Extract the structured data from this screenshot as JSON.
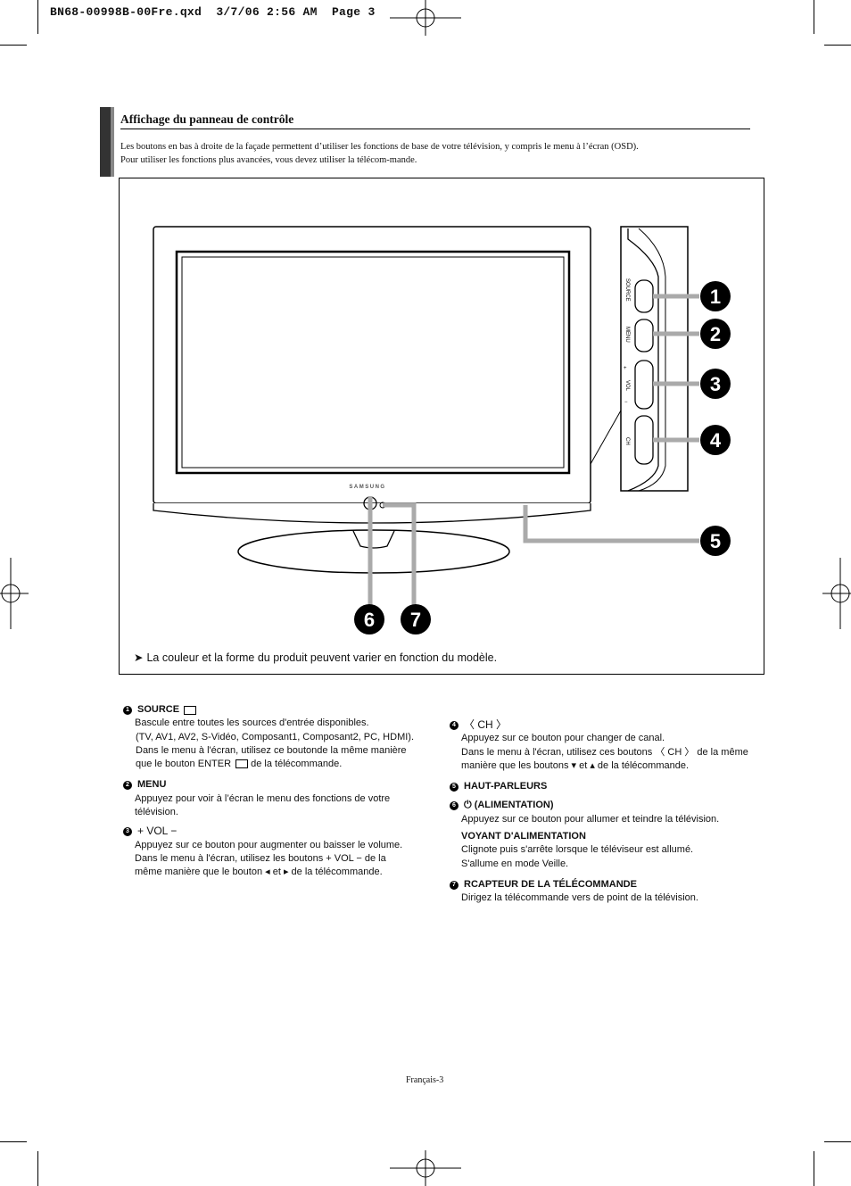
{
  "print_header": "BN68-00998B-00Fre.qxd  3/7/06 2:56 AM  Page 3",
  "section": {
    "title": "Affichage du panneau de contrôle",
    "intro_line1": "Les boutons en bas à droite de la façade permettent d’utiliser les fonctions de base de votre télévision, y compris le menu à l’écran (OSD).",
    "intro_line2": "Pour utiliser les fonctions plus avancées, vous devez utiliser la télécom-mande."
  },
  "figure": {
    "brand": "SAMSUNG",
    "panel_labels": [
      "SOURCE",
      "MENU",
      "+",
      "VOL",
      "−",
      "CH"
    ],
    "callouts": [
      "1",
      "2",
      "3",
      "4",
      "5",
      "6",
      "7"
    ],
    "note": "La couleur et la forme du produit peuvent varier en fonction du modèle."
  },
  "left_items": [
    {
      "num": "1",
      "title": "SOURCE",
      "lines": [
        "Bascule entre toutes les sources d'entrée disponibles.",
        "(TV, AV1, AV2, S-Vidéo, Composant1, Composant2, PC, HDMI).",
        "Dans le menu à l'écran, utilisez ce boutonde la même manière",
        "que le bouton ENTER",
        "de la télécommande."
      ]
    },
    {
      "num": "2",
      "title": "MENU",
      "lines": [
        "Appuyez pour voir à l’écran le menu des fonctions de votre",
        "télévision."
      ]
    },
    {
      "num": "3",
      "title": "+ VOL −",
      "lines": [
        "Appuyez sur ce bouton pour augmenter ou baisser le volume.",
        "Dans le menu à l'écran, utilisez les boutons + VOL − de la",
        "même manière que le bouton ◂ et ▸ de la télécommande."
      ]
    }
  ],
  "right_items": [
    {
      "num": "4",
      "title": "〈 CH 〉",
      "lines": [
        "Appuyez sur ce bouton pour changer de canal.",
        "Dans le menu à l'écran, utilisez ces boutons 〈 CH 〉 de la même",
        "manière que les boutons ▾ et ▴ de la télécommande."
      ]
    },
    {
      "num": "5",
      "title": "HAUT-PARLEURS",
      "lines": []
    },
    {
      "num": "6",
      "title": "(ALIMENTATION)",
      "lines": [
        "Appuyez sur ce bouton pour allumer et teindre la télévision."
      ],
      "sub_title": "VOYANT D'ALIMENTATION",
      "sub_lines": [
        "Clignote puis s'arrête lorsque le téléviseur est allumé.",
        "S'allume en mode Veille."
      ]
    },
    {
      "num": "7",
      "title": "RCAPTEUR DE LA TÉLÉCOMMANDE",
      "lines": [
        "Dirigez la télécommande vers de point de la télévision."
      ]
    }
  ],
  "footer": "Français-3"
}
